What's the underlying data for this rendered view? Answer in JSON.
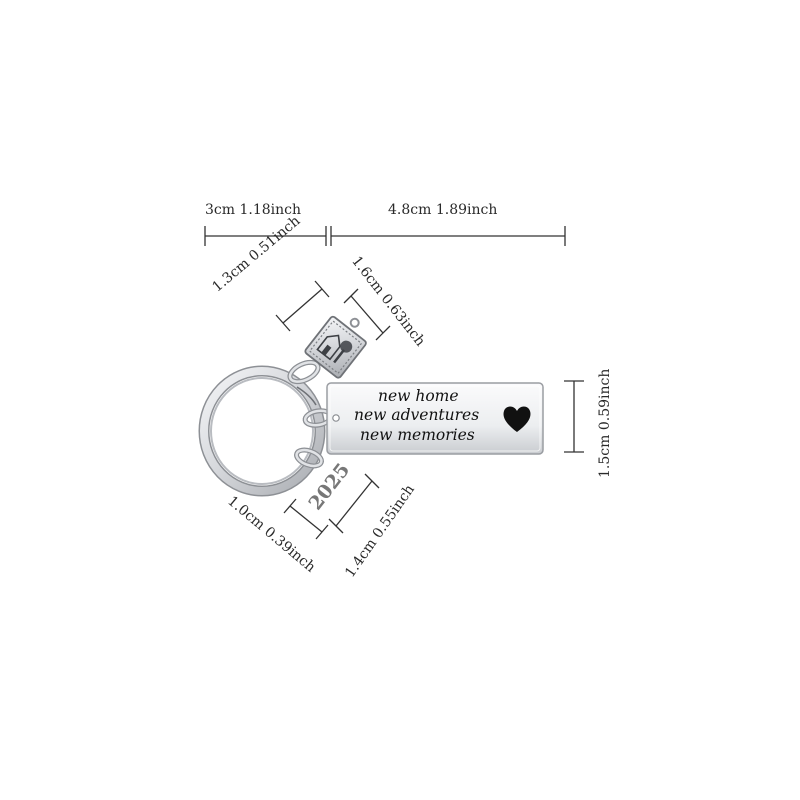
{
  "dimensions": {
    "ring_width": "3cm 1.18inch",
    "tag_width": "4.8cm 1.89inch",
    "square_charm_width": "1.3cm 0.51inch",
    "square_charm_height": "1.6cm 0.63inch",
    "tag_height": "1.5cm 0.59inch",
    "year_charm_width": "1.0cm 0.39inch",
    "year_charm_height": "1.4cm 0.55inch"
  },
  "tag": {
    "line1": "new home",
    "line2": "new adventures",
    "line3": "new memories",
    "heart_icon": "heart-icon"
  },
  "charm": {
    "year": "2025",
    "square_icon": "house-and-tree-icon"
  },
  "colors": {
    "metal": "#c9cbcf",
    "metal_dark": "#8a8d92",
    "ink": "#111111",
    "dimension_line": "#333333"
  }
}
